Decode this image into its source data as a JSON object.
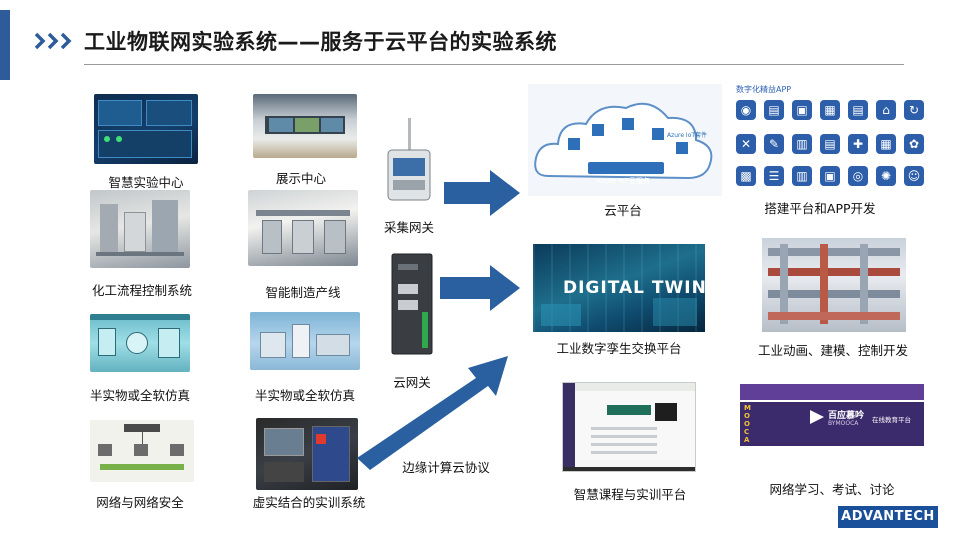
{
  "slide": {
    "title": "工业物联网实验系统——服务于云平台的实验系统",
    "accent_color": "#2e5b9a"
  },
  "left_grid": [
    {
      "caption": "智慧实验中心"
    },
    {
      "caption": "展示中心"
    },
    {
      "caption": "化工流程控制系统"
    },
    {
      "caption": "智能制造产线"
    },
    {
      "caption": "半实物或全软仿真"
    },
    {
      "caption": "半实物或全软仿真"
    },
    {
      "caption": "网络与网络安全"
    },
    {
      "caption": "虚实结合的实训系统"
    }
  ],
  "devices": {
    "gateway_label": "采集网关",
    "cloud_gateway_label": "云网关",
    "edge_protocol_label": "边缘计算云协议"
  },
  "platforms": {
    "cloud": {
      "caption": "云平台",
      "inner_label": "Azure IoT云服务",
      "sub_label": "Azure IoT套件"
    },
    "app": {
      "caption": "搭建平台和APP开发",
      "panel_title": "数字化精益APP",
      "icons": [
        "gauge-icon",
        "doc-icon",
        "image-icon",
        "box-icon",
        "doc-icon",
        "bank-icon",
        "sync-icon",
        "tools-icon",
        "pen-icon",
        "chart-icon",
        "doc-icon",
        "puzzle-icon",
        "calc-icon",
        "gear-icon",
        "grid-icon",
        "list-icon",
        "chart-icon",
        "cart-icon",
        "search-icon",
        "gears-icon",
        "people-icon"
      ]
    },
    "digital_twin": {
      "caption": "工业数字孪生交换平台",
      "banner_text": "DIGITAL TWIN"
    },
    "animation": {
      "caption": "工业动画、建模、控制开发"
    },
    "course": {
      "caption": "智慧课程与实训平台"
    },
    "mooc": {
      "caption": "网络学习、考试、讨论",
      "brand_name": "百应慕吟",
      "brand_sub": "BYMOOCA",
      "platform_label": "在线教育平台",
      "letters": [
        "M",
        "O",
        "O",
        "C",
        "A"
      ]
    }
  },
  "footer": {
    "logo": "ADVANTECH"
  }
}
